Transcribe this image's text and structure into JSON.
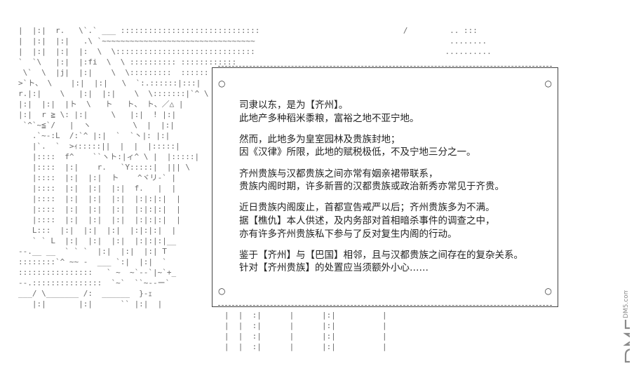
{
  "paragraphs": [
    {
      "lines": [
        "司隶以东，是为【齐州】。",
        "此地产多种稻米黍粮，富裕之地不亚宁地。"
      ]
    },
    {
      "lines": [
        "然而，此地多为皇室园林及贵族封地；",
        "因《汉律》所限，此地的赋税极低，不及宁地三分之一。"
      ]
    },
    {
      "lines": [
        "齐州贵族与汉都贵族之间亦常有姻亲裙带联系，",
        "贵族内阁时期，许多新晋的汉都贵族或政治新秀亦常见于齐贵。"
      ]
    },
    {
      "lines": [
        "近日贵族内阁废止，首都宣告戒严以后；齐州贵族多为不满。",
        "据【樵仇】本人供述，及内务部对首相暗杀事件的调查之中，",
        "亦有许多齐州贵族私下参与了反对复生内阁的行动。"
      ]
    },
    {
      "lines": [
        "鉴于【齐州】与【巴国】相邻，且与汉都贵族之间存在的复杂关系。",
        "针对【齐州贵族】的处置应当须额外小心……"
      ]
    }
  ],
  "watermark": "DM5.com",
  "colors": {
    "text": "#222222",
    "ascii_art": "#6a6a6a",
    "frame": "#444444",
    "background": "#ffffff"
  },
  "icons": [
    "ascii-art-illustration",
    "watermark-logo"
  ]
}
